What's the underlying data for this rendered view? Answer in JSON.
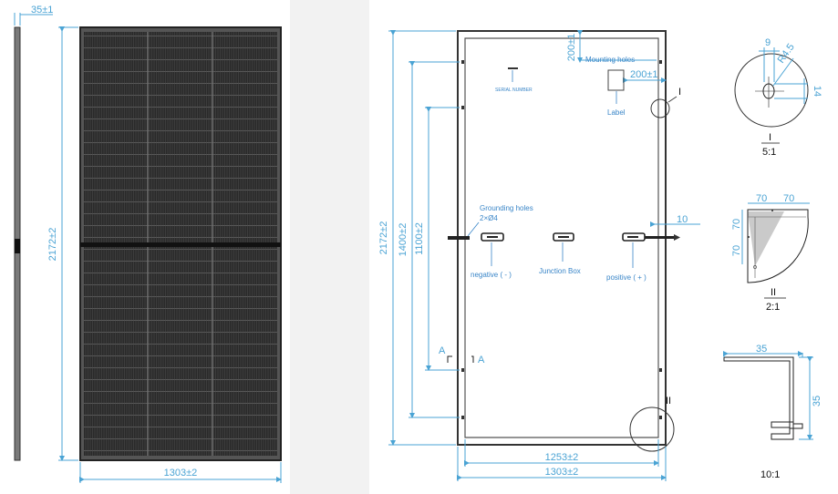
{
  "front_view": {
    "thickness_label": "35±1",
    "height_label": "2172±2",
    "width_label": "1303±2"
  },
  "rear_view": {
    "height_total_label": "2172±2",
    "height_mid_label": "1400±2",
    "height_inner_label": "1100±2",
    "mounting_v_label": "200±1",
    "mounting_h_label": "200±1",
    "mounting_holes_label": "Mounting holes",
    "serial_label": "SERIAL NUMBER",
    "label_label": "Label",
    "grounding_label": "Grounding holes",
    "grounding_spec": "2×Ø4",
    "negative_label": "negative ( - )",
    "junction_label": "Junction Box",
    "positive_label": "positive ( + )",
    "cable_label": "10",
    "section_a1": "A",
    "section_a2": "A",
    "detail_i_marker": "I",
    "detail_ii_marker": "II",
    "inner_width_label": "1253±2",
    "outer_width_label": "1303±2"
  },
  "detail_i": {
    "dim_9": "9",
    "dim_r": "R4.5",
    "dim_14": "14",
    "name": "I",
    "scale": "5:1"
  },
  "detail_ii": {
    "dim_top1": "70",
    "dim_top2": "70",
    "dim_side1": "70",
    "dim_side2": "70",
    "name": "II",
    "scale": "2:1"
  },
  "section_aa": {
    "dim_w": "35",
    "dim_h": "35",
    "scale": "10:1"
  }
}
